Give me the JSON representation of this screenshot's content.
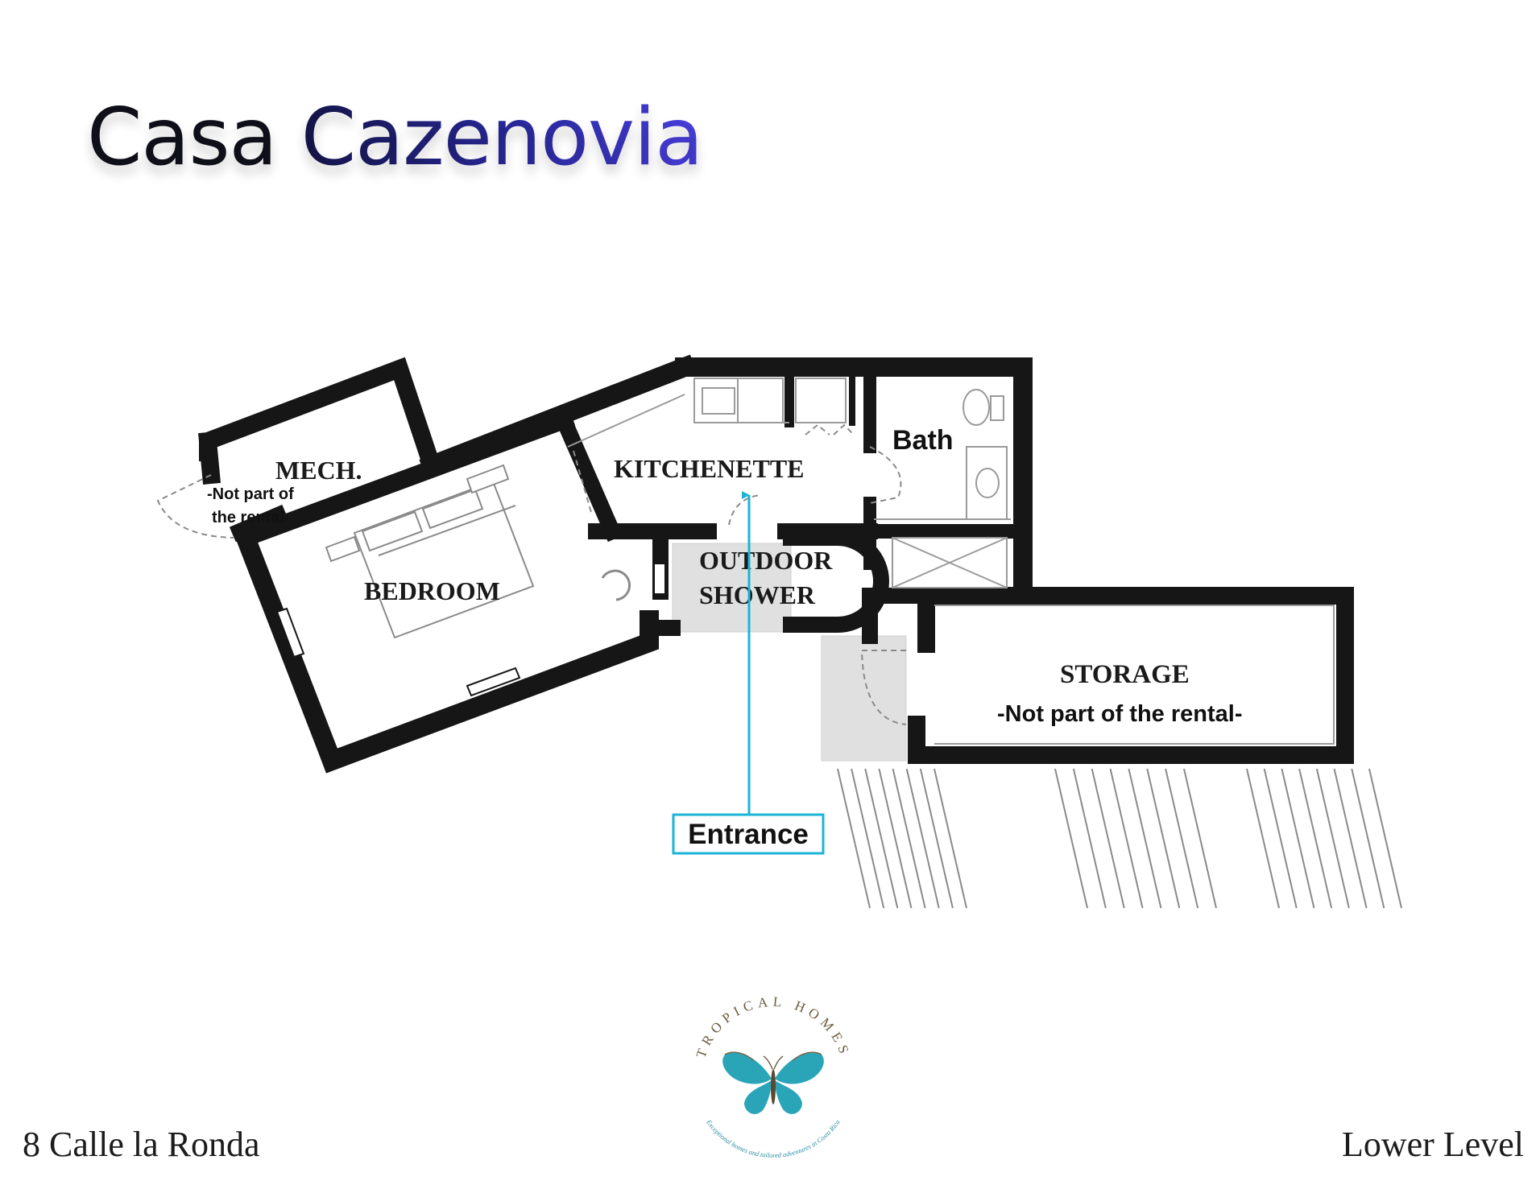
{
  "title": {
    "part1": "Casa ",
    "part2": "Cazenovia"
  },
  "rooms": {
    "mech": "MECH.",
    "mech_note_1": "-Not part of",
    "mech_note_2": "the rental-",
    "bedroom": "BEDROOM",
    "kitchenette": "KITCHENETTE",
    "bath": "Bath",
    "outdoor_shower_1": "OUTDOOR",
    "outdoor_shower_2": "SHOWER",
    "storage": "STORAGE",
    "storage_note": "-Not part of the rental-"
  },
  "entrance": {
    "label": "Entrance",
    "color": "#1bb4d6"
  },
  "logo": {
    "brand": "TROPICAL HOMES",
    "tagline": "Exceptional homes and tailored adventures in Costa Rica",
    "icon": "butterfly-icon",
    "butterfly_color": "#2aa5b8"
  },
  "footer": {
    "address": "8 Calle la Ronda",
    "level": "Lower Level"
  },
  "colors": {
    "wall": "#161616",
    "fixture_gray": "#e2e2e2",
    "title_dark": "#0f0f1a",
    "title_accent": "#3a36c8"
  }
}
